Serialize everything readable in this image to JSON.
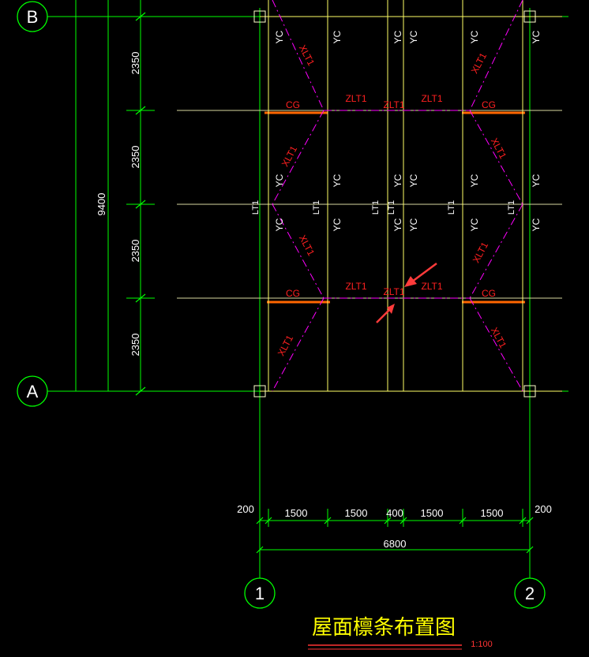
{
  "colors": {
    "background": "#000000",
    "axis": "#00ff00",
    "purlin": "#ffff66",
    "column": "#ffff66",
    "brace": "#ff00ff",
    "annot": "#ff2020",
    "bar": "#ff6600",
    "white": "#ffffff",
    "title": "#ffff00",
    "scale": "#ff3333",
    "arrow": "#ff3b3b"
  },
  "grid_axes": {
    "rows": [
      {
        "label": "B"
      },
      {
        "label": "A"
      }
    ],
    "cols": [
      {
        "label": "1"
      },
      {
        "label": "2"
      }
    ]
  },
  "dims": {
    "left_segments": [
      "2350",
      "2350",
      "2350",
      "2350"
    ],
    "left_total": "9400",
    "bottom_segments": [
      "200",
      "1500",
      "1500",
      "400",
      "1500",
      "1500",
      "200"
    ],
    "bottom_total": "6800"
  },
  "labels": {
    "yc": "YC",
    "lt": "LT1",
    "cg": "CG",
    "zlt": "ZLT1",
    "xlt": "XLT1"
  },
  "title": {
    "main": "屋面檩条布置图",
    "scale": "1:100"
  }
}
